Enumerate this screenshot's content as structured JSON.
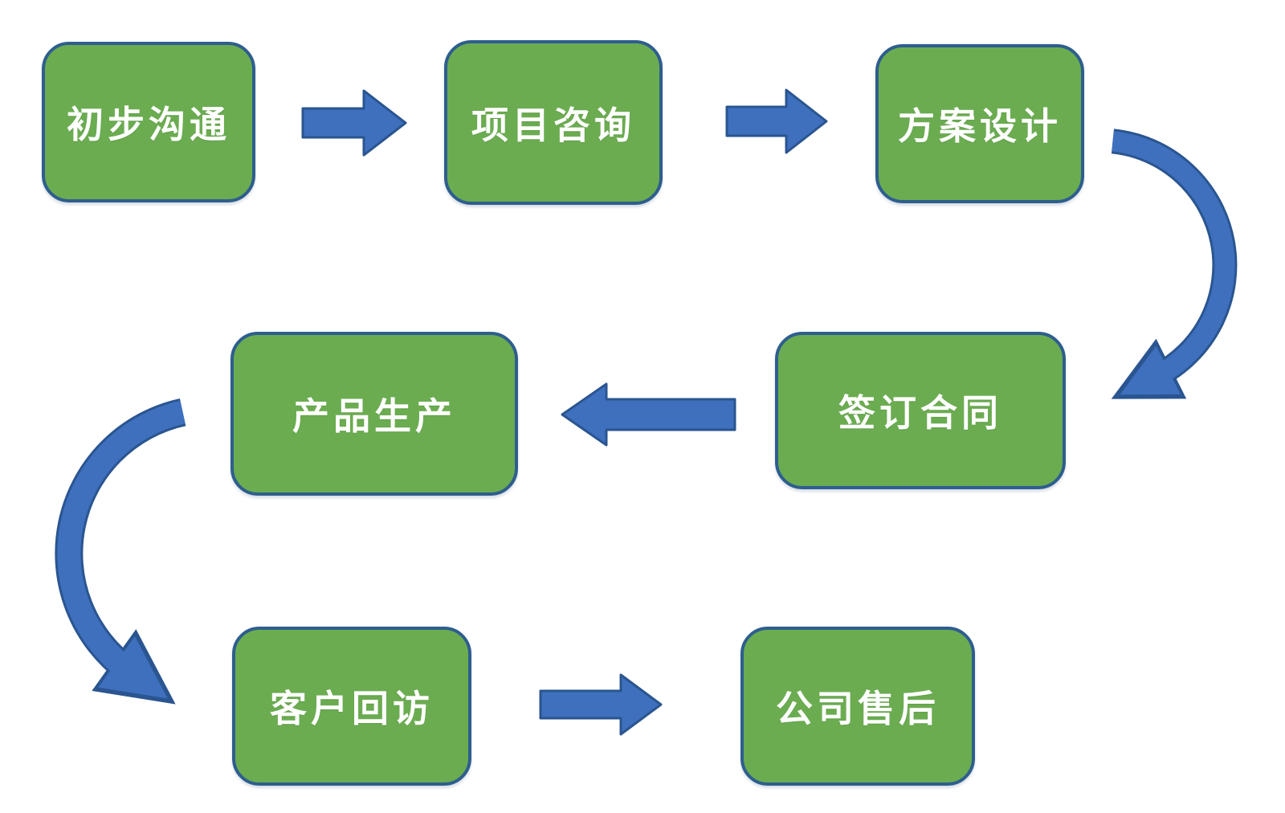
{
  "diagram": {
    "type": "flowchart",
    "background_color": "#ffffff",
    "node_fill_color": "#6BAC51",
    "node_border_color": "#2E5E8E",
    "node_text_color": "#ffffff",
    "arrow_fill_color": "#3E70BE",
    "arrow_border_color": "#2A5590",
    "nodes": [
      {
        "id": "initial-communication",
        "label": "初步沟通"
      },
      {
        "id": "project-consultation",
        "label": "项目咨询"
      },
      {
        "id": "scheme-design",
        "label": "方案设计"
      },
      {
        "id": "sign-contract",
        "label": "签订合同"
      },
      {
        "id": "product-production",
        "label": "产品生产"
      },
      {
        "id": "customer-followup",
        "label": "客户回访"
      },
      {
        "id": "after-sales",
        "label": "公司售后"
      }
    ],
    "edges": [
      {
        "from": "初步沟通",
        "to": "项目咨询",
        "style": "block-arrow-right"
      },
      {
        "from": "项目咨询",
        "to": "方案设计",
        "style": "block-arrow-right"
      },
      {
        "from": "方案设计",
        "to": "签订合同",
        "style": "curved-arrow-down-left"
      },
      {
        "from": "签订合同",
        "to": "产品生产",
        "style": "block-arrow-left"
      },
      {
        "from": "产品生产",
        "to": "客户回访",
        "style": "curved-arrow-down-right"
      },
      {
        "from": "客户回访",
        "to": "公司售后",
        "style": "block-arrow-right"
      }
    ]
  }
}
